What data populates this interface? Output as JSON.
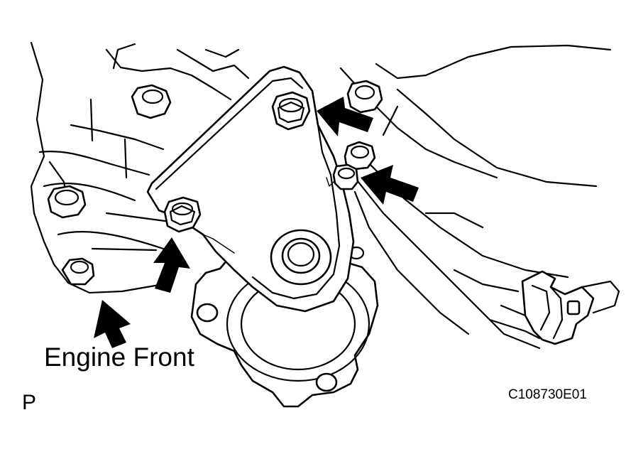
{
  "figure": {
    "direction_label": "Engine Front",
    "view_letter": "P",
    "figure_code": "C108730E01"
  },
  "icons": [
    "arrow-icon",
    "bolt-icon",
    "nut-icon"
  ]
}
